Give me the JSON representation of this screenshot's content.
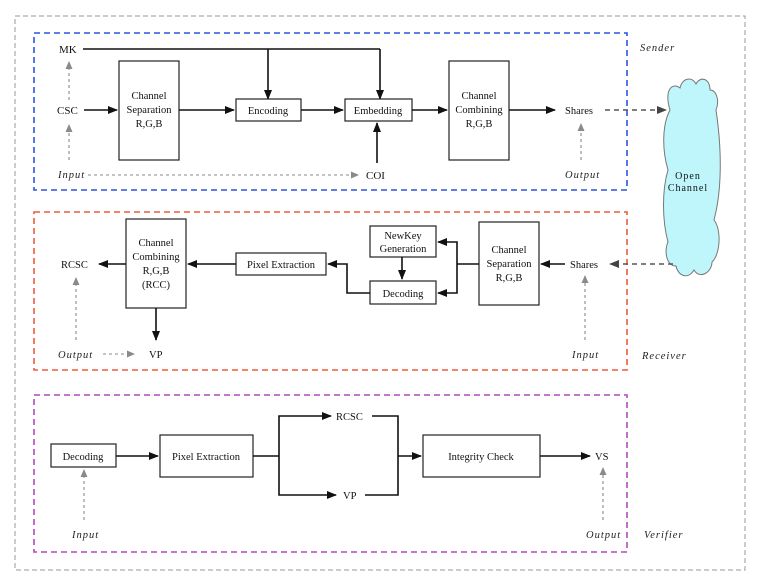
{
  "colors": {
    "sender_frame": "#2a55e0",
    "receiver_frame": "#f05a3c",
    "verifier_frame": "#b04ab8",
    "cloud_fill": "#bff6fb",
    "outer_frame": "#999999"
  },
  "sender": {
    "section_label": "Sender",
    "mk": "MK",
    "csc": "CSC",
    "input": "Input",
    "coi": "COI",
    "output": "Output",
    "shares": "Shares",
    "channel_separation": [
      "Channel",
      "Separation",
      "R,G,B"
    ],
    "encoding": "Encoding",
    "embedding": "Embedding",
    "channel_combining": [
      "Channel",
      "Combining",
      "R,G,B"
    ]
  },
  "open_channel": [
    "Open",
    "Channel"
  ],
  "receiver": {
    "section_label": "Receiver",
    "rcsc": "RCSC",
    "vp": "VP",
    "output": "Output",
    "input": "Input",
    "shares": "Shares",
    "channel_combining": [
      "Channel",
      "Combining",
      "R,G,B",
      "(RCC)"
    ],
    "pixel_extraction": "Pixel Extraction",
    "newkey_generation": [
      "NewKey",
      "Generation"
    ],
    "decoding": "Decoding",
    "channel_separation": [
      "Channel",
      "Separation",
      "R,G,B"
    ]
  },
  "verifier": {
    "section_label": "Verifier",
    "decoding": "Decoding",
    "pixel_extraction": "Pixel Extraction",
    "rcsc": "RCSC",
    "vp": "VP",
    "integrity_check": "Integrity Check",
    "vs": "VS",
    "input": "Input",
    "output": "Output"
  }
}
